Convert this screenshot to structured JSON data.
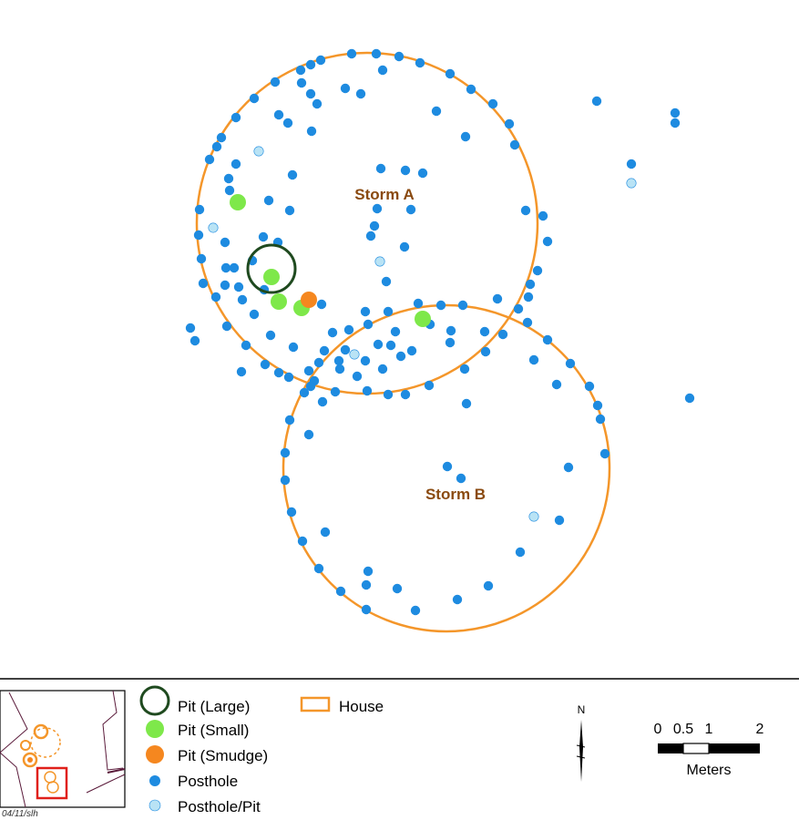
{
  "colors": {
    "posthole": "#1e8be0",
    "posthole_pit": "#b9e3f5",
    "pit_small": "#7ee84a",
    "pit_smudge": "#f5871f",
    "pit_large_stroke": "#1f4a1f",
    "house": "#f4962a",
    "label": "#8a4a10"
  },
  "labels": {
    "storm_a": "Storm A",
    "storm_b": "Storm B"
  },
  "legend": {
    "pit_large": "Pit (Large)",
    "pit_small": "Pit (Small)",
    "pit_smudge": "Pit (Smudge)",
    "posthole": "Posthole",
    "posthole_pit": "Posthole/Pit",
    "house": "House"
  },
  "north_arrow": {
    "label": "N",
    "icon": "north-arrow-icon"
  },
  "scale_bar": {
    "ticks": [
      "0",
      "0.5",
      "1",
      "2"
    ],
    "units": "Meters"
  },
  "inset": {
    "credit": "04/11/slh"
  }
}
